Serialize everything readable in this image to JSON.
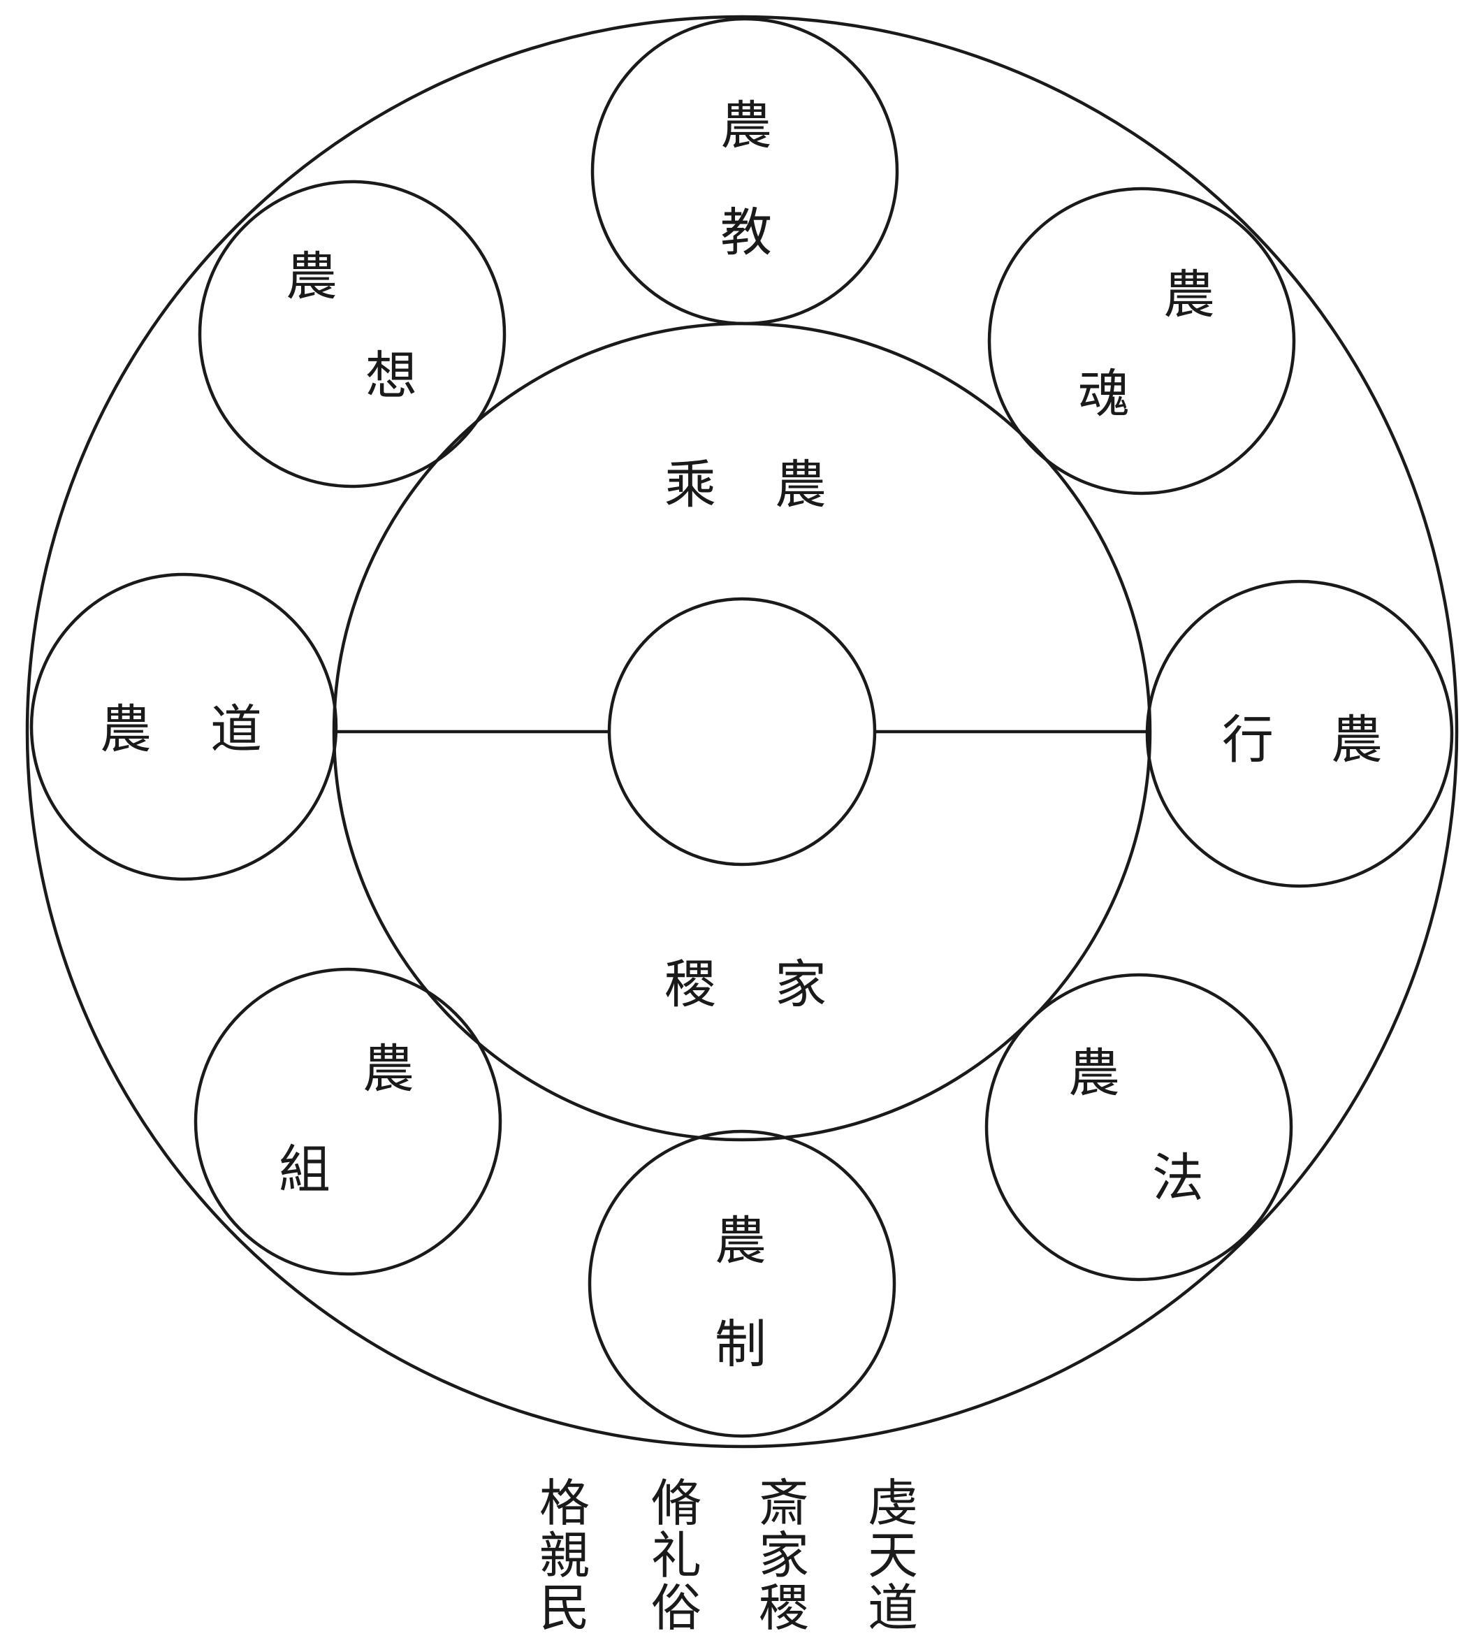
{
  "diagram": {
    "core": {
      "upper": [
        "乘",
        "農"
      ],
      "lower": [
        "稷",
        "家"
      ]
    },
    "nodes": {
      "top": [
        "農",
        "教"
      ],
      "top_right": [
        "農",
        "魂"
      ],
      "right": [
        "行",
        "農"
      ],
      "bottom_right": [
        "農",
        "法"
      ],
      "bottom": [
        "農",
        "制"
      ],
      "bottom_left": [
        "農",
        "組"
      ],
      "left": [
        "農",
        "道"
      ],
      "top_left": [
        "農",
        "想"
      ]
    }
  },
  "footer": {
    "columns": [
      [
        "格",
        "親",
        "民"
      ],
      [
        "脩",
        "礼",
        "俗"
      ],
      [
        "斎",
        "家",
        "稷"
      ],
      [
        "虔",
        "天",
        "道"
      ]
    ]
  }
}
